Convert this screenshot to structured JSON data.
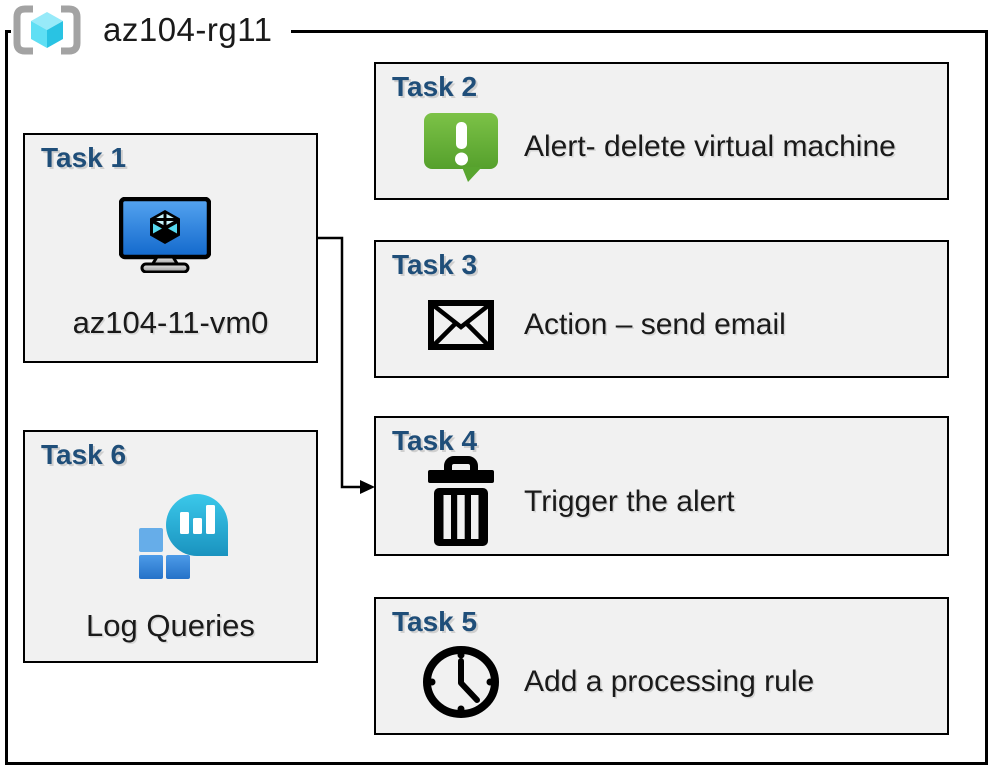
{
  "header": {
    "resource_group_name": "az104-rg11",
    "icon": "resource-group-icon"
  },
  "tasks": [
    {
      "title": "Task 1",
      "label": "az104-11-vm0",
      "icon": "virtual-machine-icon"
    },
    {
      "title": "Task 2",
      "label": "Alert- delete virtual machine",
      "icon": "alert-message-icon"
    },
    {
      "title": "Task 3",
      "label": "Action – send email",
      "icon": "email-envelope-icon"
    },
    {
      "title": "Task 4",
      "label": "Trigger the alert",
      "icon": "trash-icon"
    },
    {
      "title": "Task 5",
      "label": "Add a processing rule",
      "icon": "clock-icon"
    },
    {
      "title": "Task 6",
      "label": "Log Queries",
      "icon": "log-queries-icon"
    }
  ],
  "connector": {
    "from": "Task 1",
    "to": "Task 4"
  },
  "colors": {
    "task_title_blue": "#1F4E79",
    "box_fill": "#F1F1F1",
    "line_black": "#000000",
    "alert_green_top": "#7CC247",
    "alert_green_bottom": "#55A02C",
    "vm_screen_top": "#55A4F0",
    "vm_screen_bottom": "#1268CC",
    "rg_cube_top": "#97EAF9",
    "rg_cube_left": "#5FDFF4",
    "rg_cube_right": "#29C3E3",
    "log_teal_top": "#3BC8EA",
    "log_teal_bottom": "#1A93BF",
    "log_square_light": "#66ADE9",
    "log_square_blue": "#2F84DB"
  }
}
